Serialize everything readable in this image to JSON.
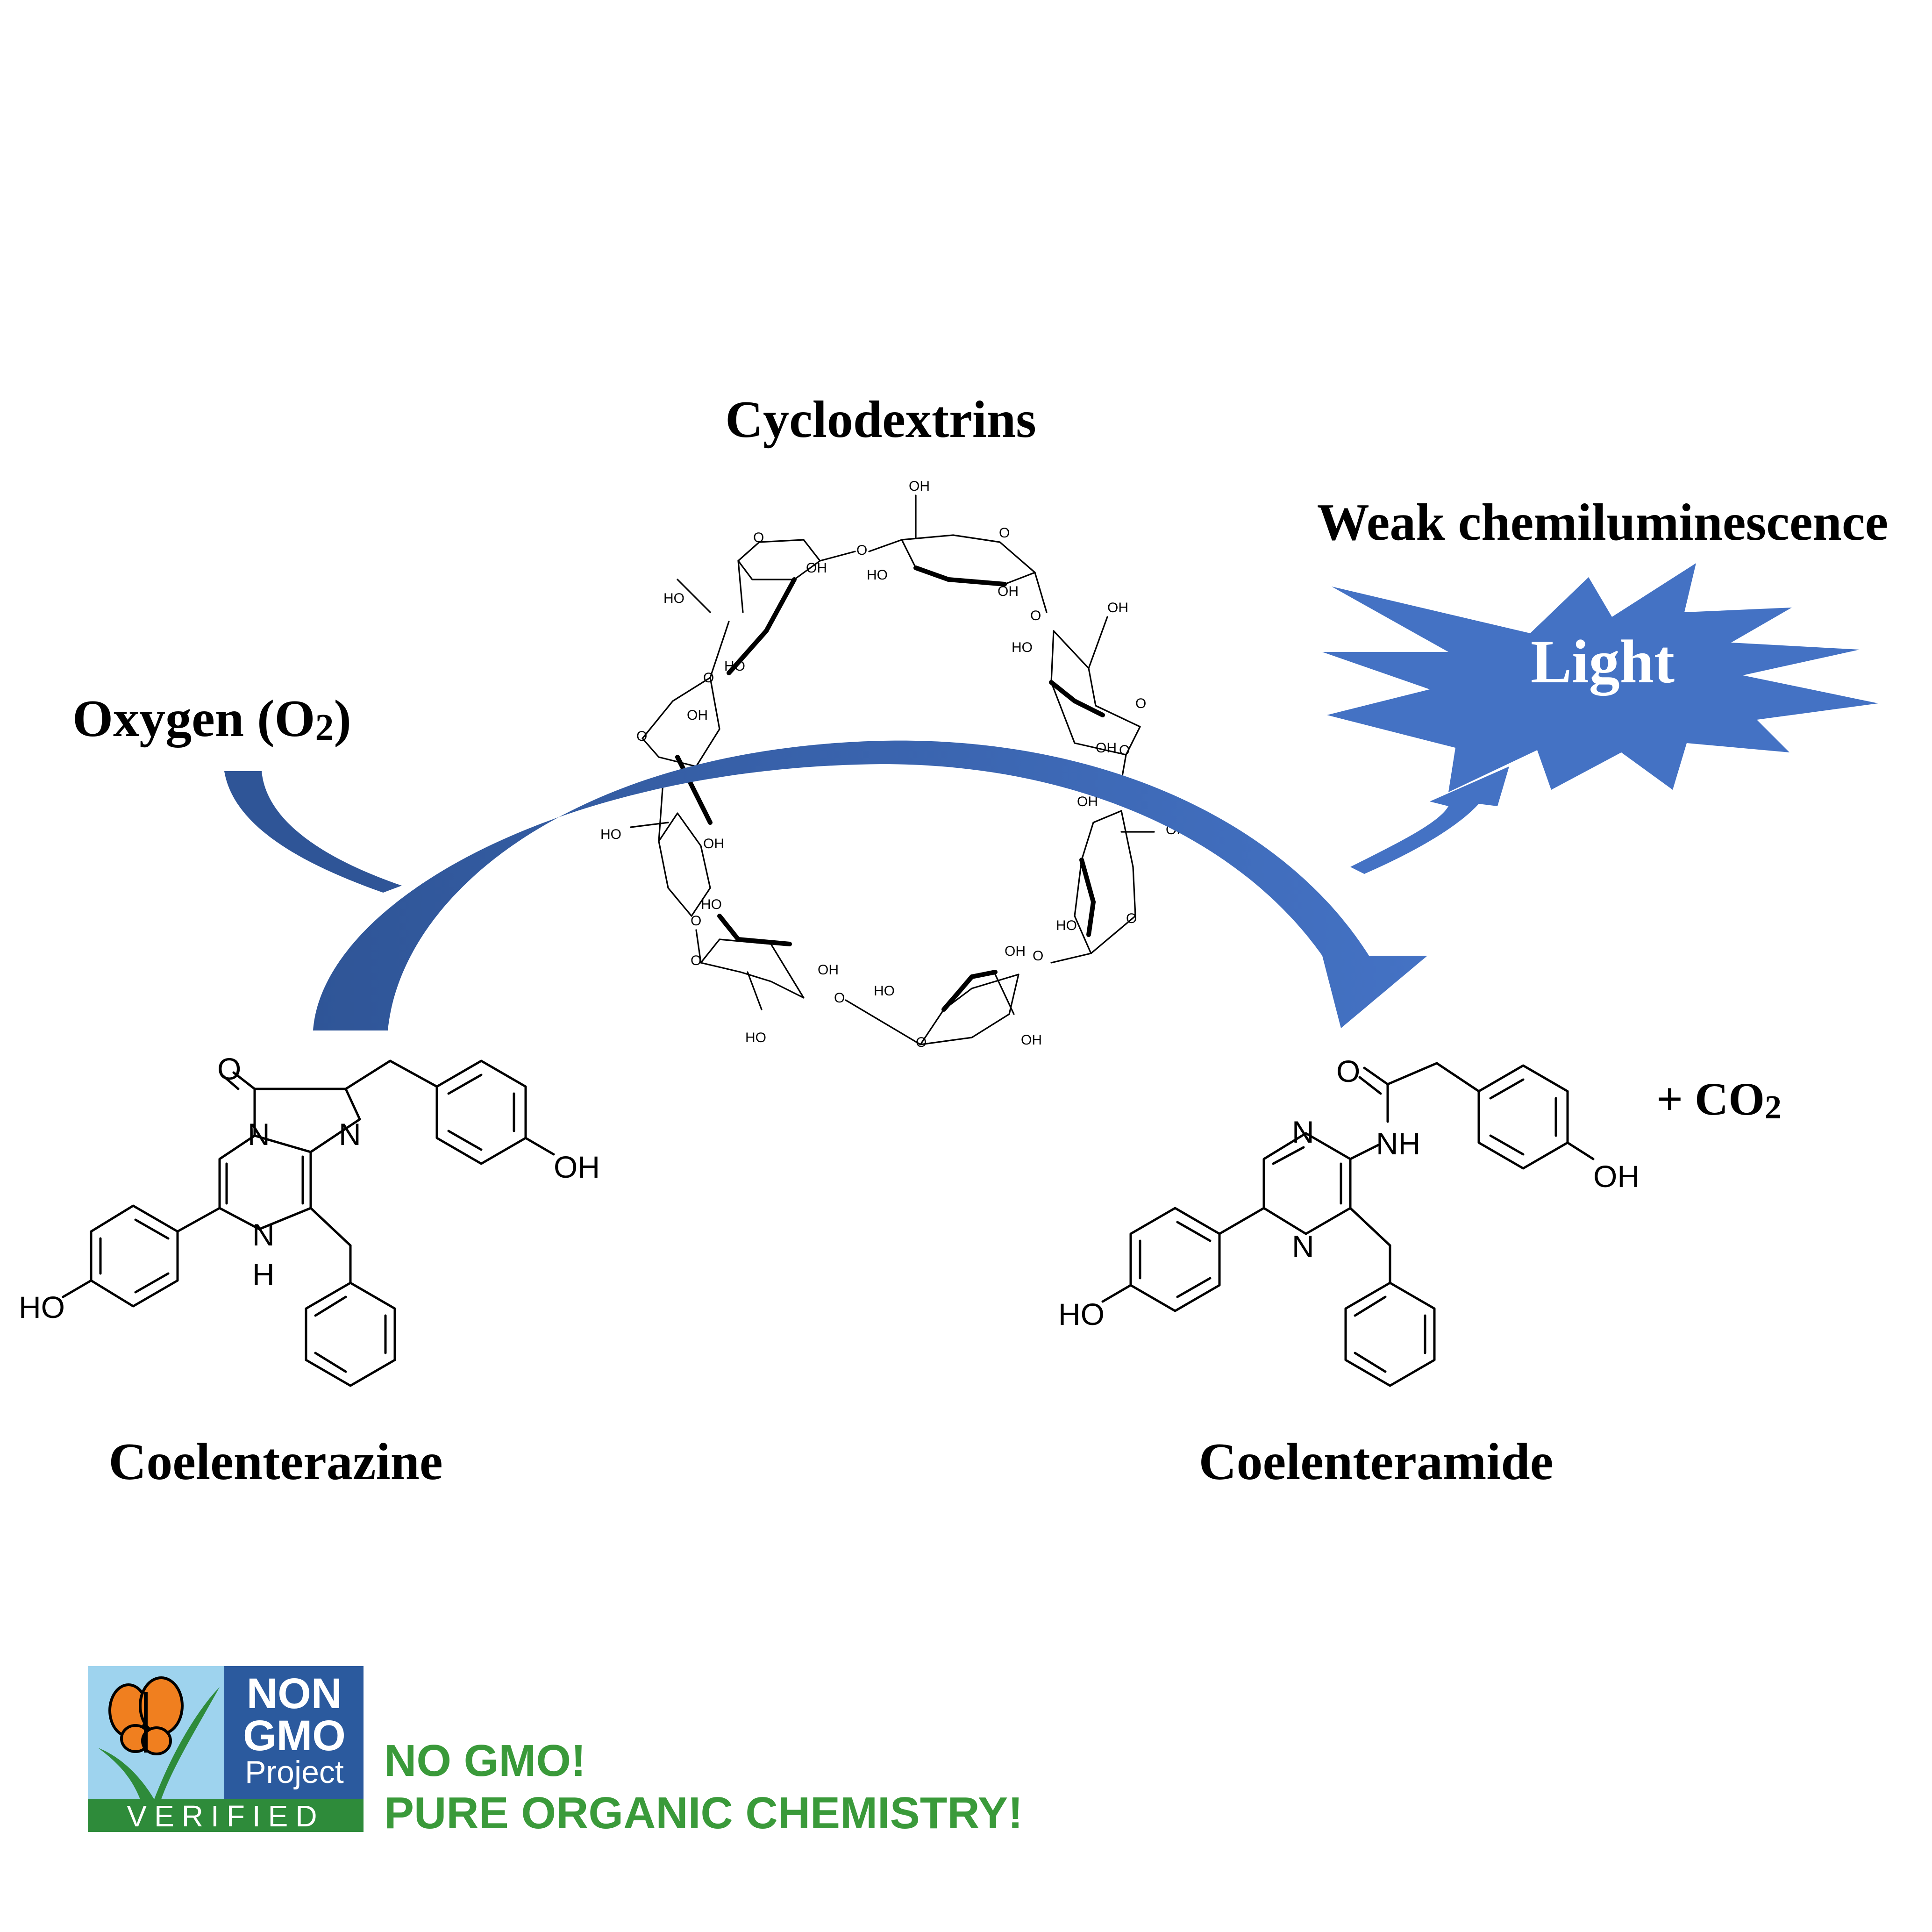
{
  "labels": {
    "cyclodextrins": "Cyclodextrins",
    "weak_chemi": "Weak chemiluminescence",
    "light": "Light",
    "oxygen": "Oxygen (O",
    "oxygen_sub": "2",
    "oxygen_close": ")",
    "coelenterazine": "Coelenterazine",
    "coelenteramide": "Coelenteramide",
    "co2_plus": "+ CO",
    "co2_sub": "2"
  },
  "atoms": {
    "O": "O",
    "N": "N",
    "H": "H",
    "NH": "NH",
    "OH": "OH",
    "HO": "HO"
  },
  "badge": {
    "non": "NON",
    "gmo": "GMO",
    "project": "Project",
    "verified": "VERIFIED"
  },
  "slogan": {
    "line1": "NO GMO!",
    "line2": "PURE ORGANIC CHEMISTRY!"
  },
  "colors": {
    "arrow_blue": "#4472C4",
    "arrow_dark": "#2F5597",
    "slogan_green": "#3A9A3A",
    "badge_blue": "#2B5A9E",
    "badge_sky": "#9ED3EE",
    "badge_green": "#2E8B3A",
    "butterfly": "#F07F1F"
  }
}
